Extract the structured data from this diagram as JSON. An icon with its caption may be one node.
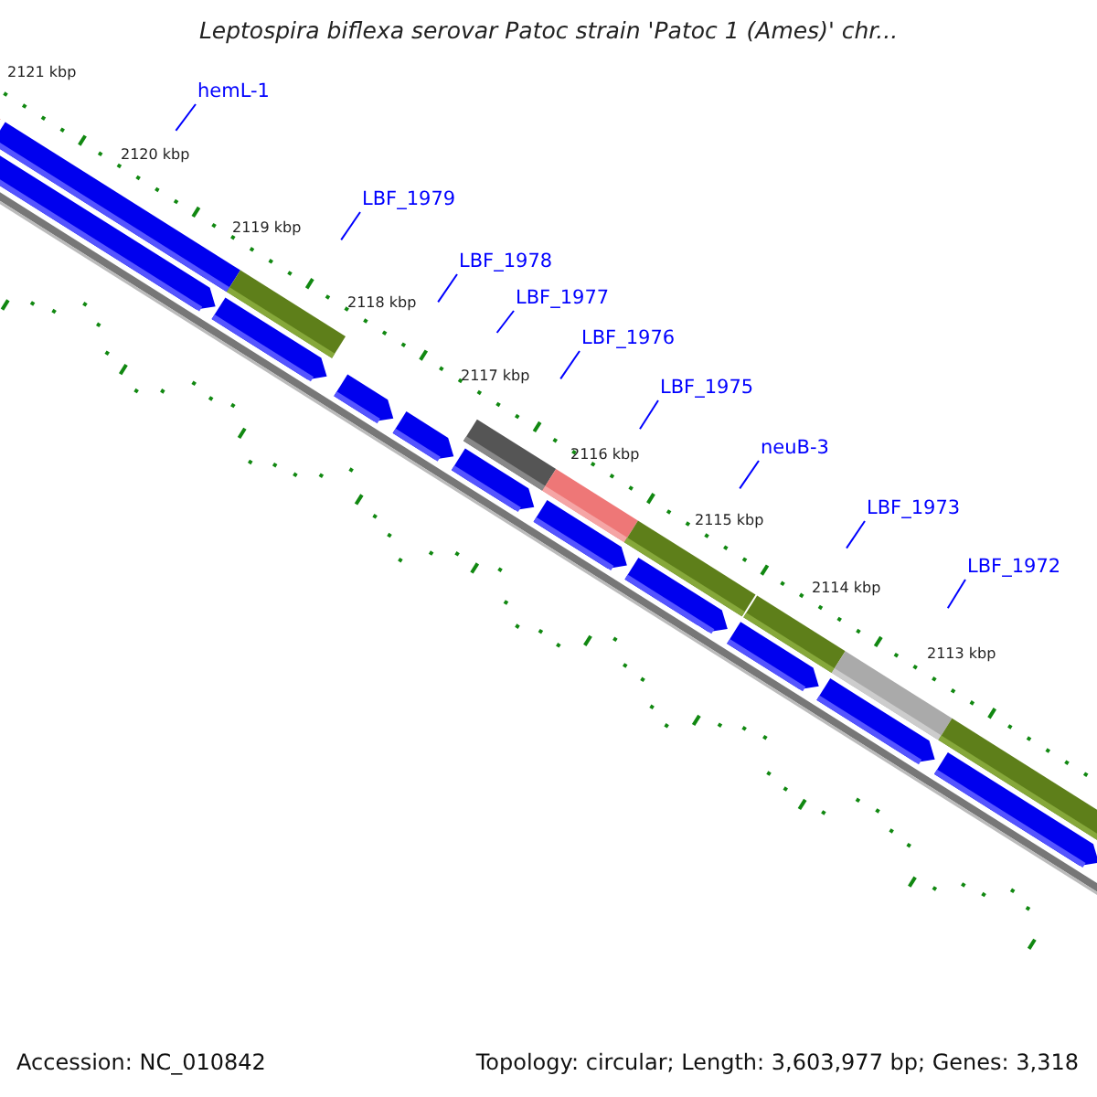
{
  "diagram": {
    "title": "Leptospira biflexa serovar Patoc strain 'Patoc 1 (Ames)' chr...",
    "nodes": [
      {
        "text": [
          "hemL-1"
        ]
      },
      {
        "text": [
          "LBF_1979"
        ]
      },
      {
        "text": [
          "LBF_1978"
        ]
      },
      {
        "text": [
          "LBF_1977"
        ]
      },
      {
        "text": [
          "LBF_1976"
        ]
      },
      {
        "text": [
          "LBF_1975"
        ]
      },
      {
        "text": [
          "neuB-3"
        ]
      },
      {
        "text": [
          "LBF_1973"
        ]
      },
      {
        "text": [
          "LBF_1972"
        ]
      }
    ],
    "edges": [
      {
        "from": 0,
        "to": null,
        "arrow": "none"
      },
      {
        "from": 1,
        "to": null,
        "arrow": "none"
      },
      {
        "from": 2,
        "to": null,
        "arrow": "none"
      },
      {
        "from": 3,
        "to": null,
        "arrow": "none"
      },
      {
        "from": 4,
        "to": null,
        "arrow": "none"
      },
      {
        "from": 5,
        "to": null,
        "arrow": "none"
      },
      {
        "from": 6,
        "to": null,
        "arrow": "none"
      },
      {
        "from": 7,
        "to": null,
        "arrow": "none"
      },
      {
        "from": 8,
        "to": null,
        "arrow": "none"
      }
    ],
    "labels": [
      "2121 kbp",
      "2120 kbp",
      "2119 kbp",
      "2118 kbp",
      "2117 kbp",
      "2116 kbp",
      "2115 kbp",
      "2114 kbp",
      "2113 kbp",
      "Accession: NC_010842",
      "Topology: circular; Length: 3,603,977 bp; Genes: 3,318"
    ]
  }
}
